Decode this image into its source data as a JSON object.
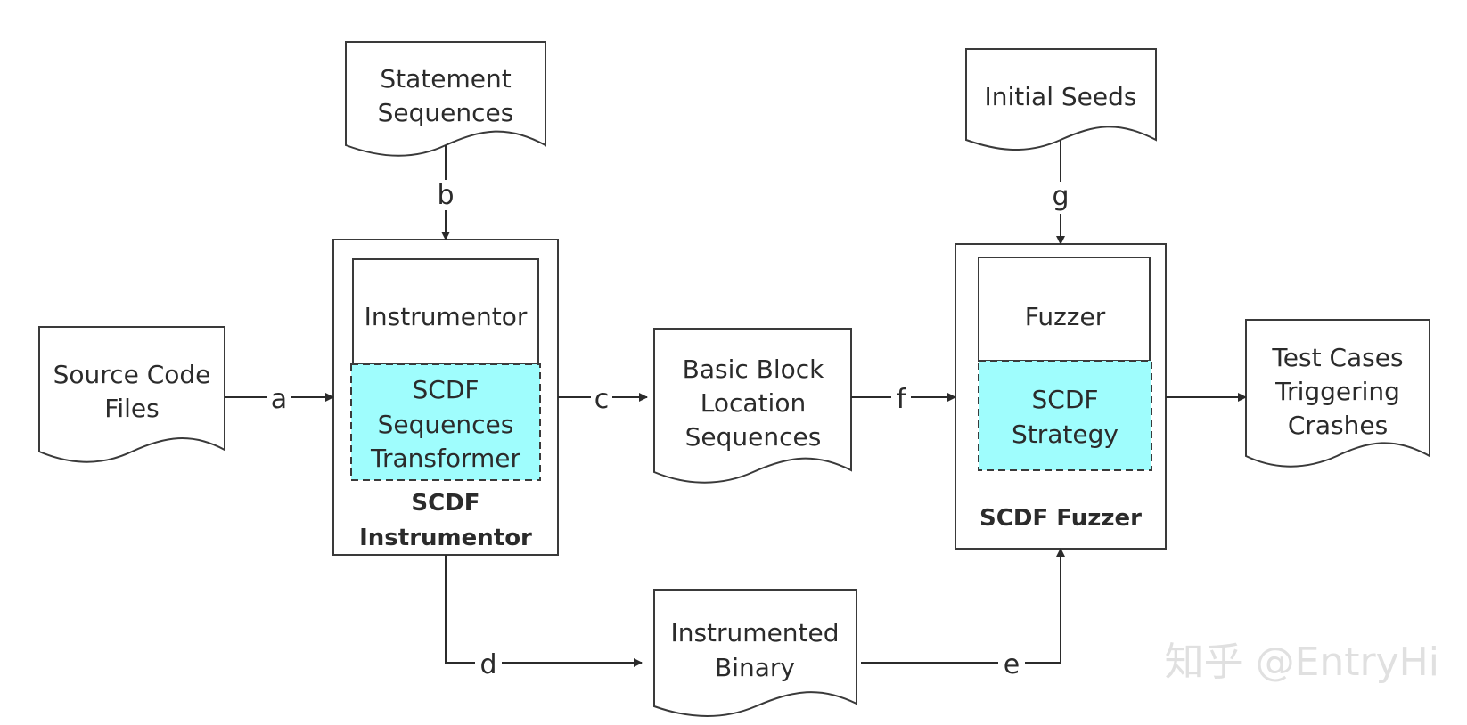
{
  "nodes": {
    "statement_sequences": [
      "Statement",
      "Sequences"
    ],
    "source_code_files": [
      "Source Code",
      "Files"
    ],
    "instrumentor_inner": "Instrumentor",
    "scdf_transformer": [
      "SCDF",
      "Sequences",
      "Transformer"
    ],
    "scdf_instrumentor": [
      "SCDF",
      "Instrumentor"
    ],
    "basic_block": [
      "Basic Block",
      "Location",
      "Sequences"
    ],
    "initial_seeds": "Initial Seeds",
    "fuzzer_inner": "Fuzzer",
    "scdf_strategy": [
      "SCDF",
      "Strategy"
    ],
    "scdf_fuzzer": "SCDF Fuzzer",
    "test_cases": [
      "Test Cases",
      "Triggering",
      "Crashes"
    ],
    "instrumented_binary": [
      "Instrumented",
      "Binary"
    ]
  },
  "edges": {
    "a": "a",
    "b": "b",
    "c": "c",
    "d": "d",
    "e": "e",
    "f": "f",
    "g": "g"
  },
  "colors": {
    "highlight": "#9ffdfd",
    "stroke": "#3a3a3a"
  },
  "watermark": "知乎 @EntryHi"
}
